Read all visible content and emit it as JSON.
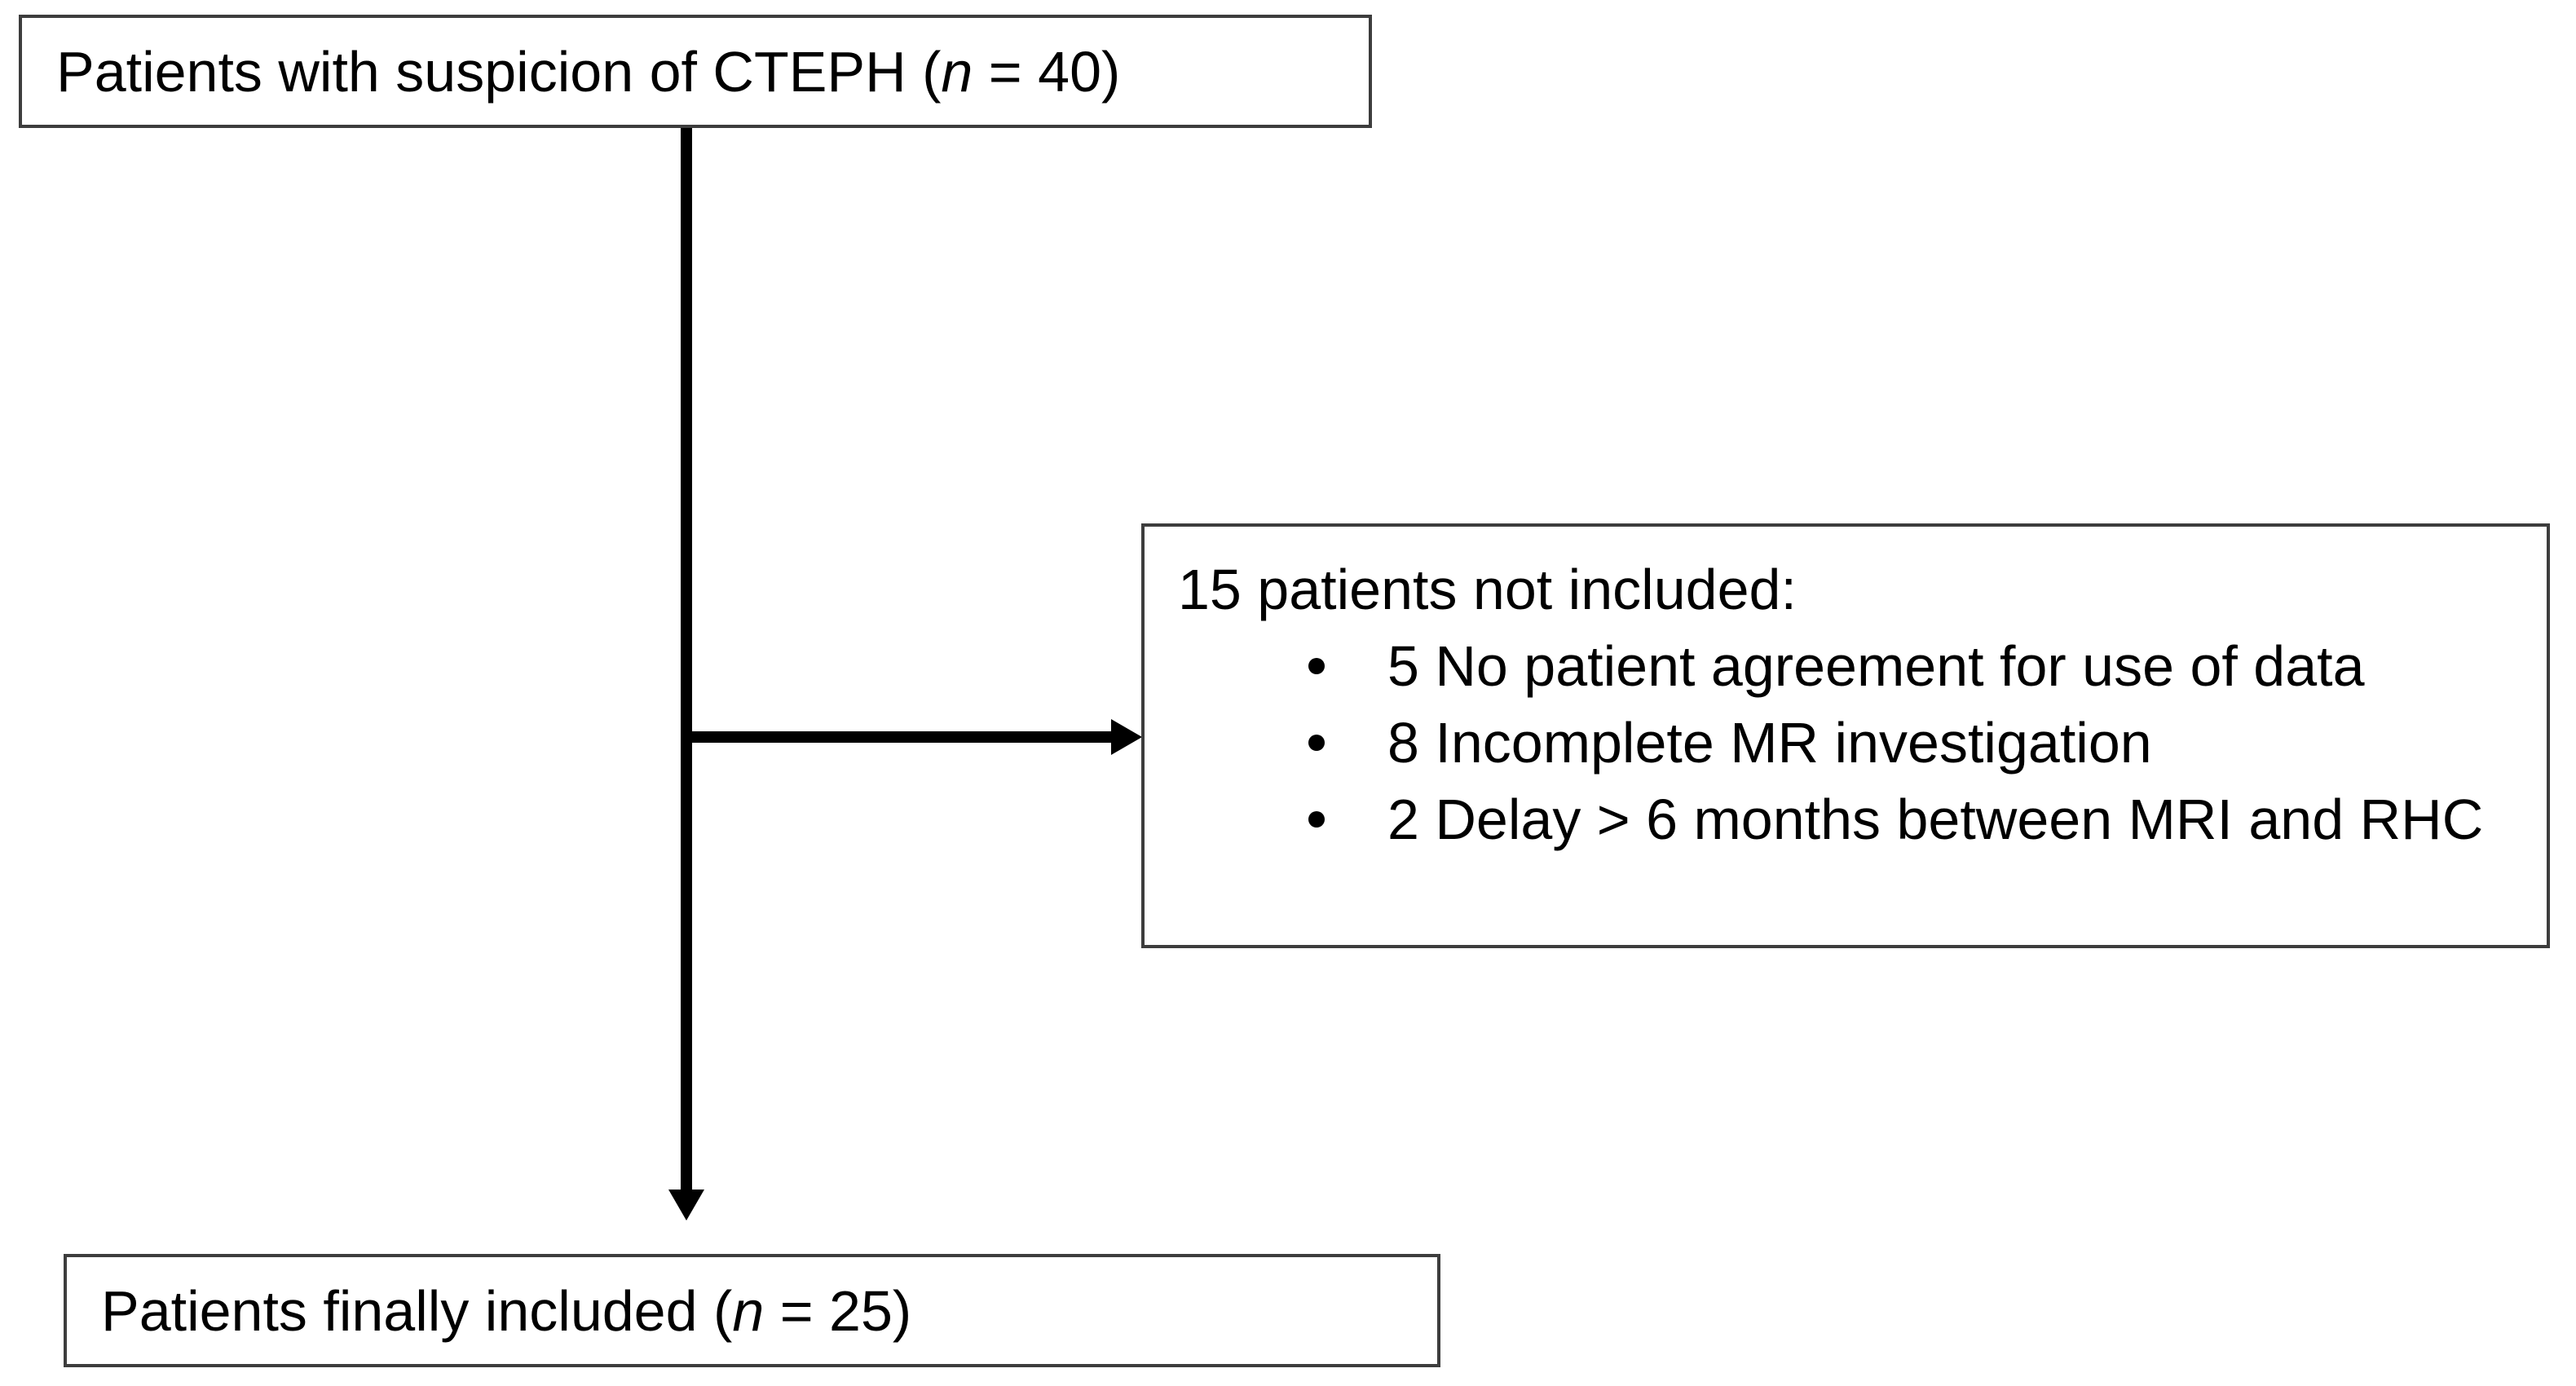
{
  "figure": {
    "colors": {
      "background": "#ffffff",
      "box_border": "#3d3d3d",
      "arrow": "#000000",
      "text": "#000000"
    },
    "boxes": {
      "top": {
        "prefix": "Patients with suspicion of CTEPH (",
        "var": "n",
        "suffix": " = 40)"
      },
      "exclusion": {
        "header": "15 patients not included:",
        "bullets": [
          "5 No patient agreement for use of data",
          "8 Incomplete MR investigation",
          "2 Delay > 6 months between MRI and RHC"
        ]
      },
      "bottom": {
        "prefix": "Patients finally included (",
        "var": "n",
        "suffix": " = 25)"
      }
    }
  }
}
